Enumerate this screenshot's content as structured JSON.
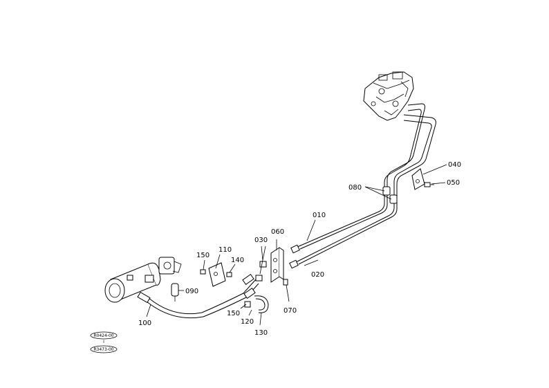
{
  "callouts": {
    "p010": "010",
    "p020": "020",
    "p030": "030",
    "p040": "040",
    "p050": "050",
    "p060": "060",
    "p070": "070",
    "p080": "080",
    "p090": "090",
    "p100": "100",
    "p110": "110",
    "p120": "120",
    "p130": "130",
    "p140": "140",
    "p150a": "150",
    "p150b": "150"
  },
  "serial_range": {
    "from": "R0424-00",
    "separator": "I",
    "to": "R3473-00"
  }
}
